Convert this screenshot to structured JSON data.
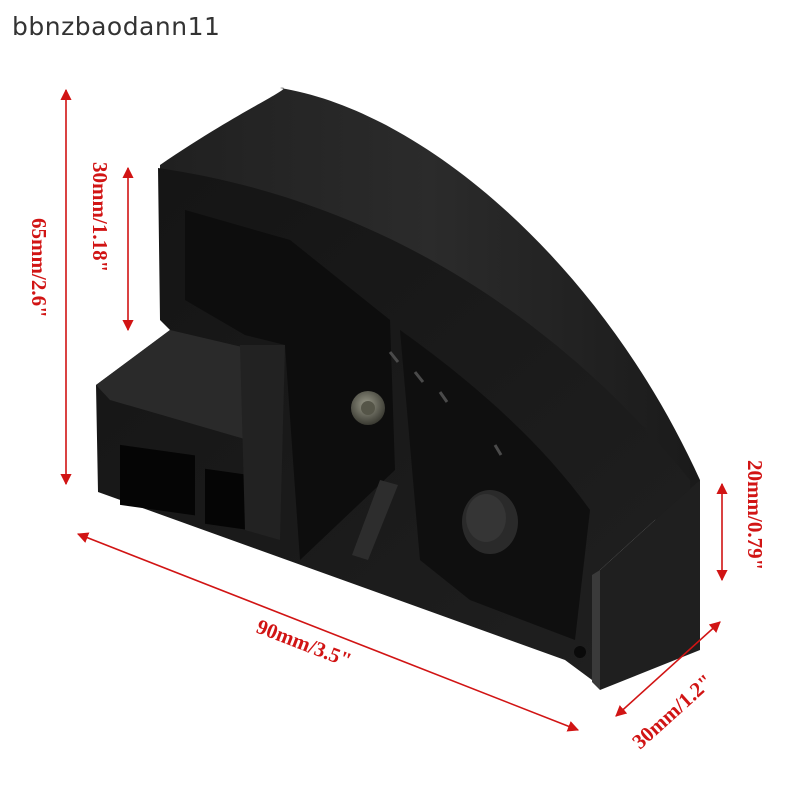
{
  "watermark": "bbnzbaodann11",
  "dimensions": {
    "height_total": "65mm/2.6\"",
    "height_upper": "30mm/1.18\"",
    "length": "90mm/3.5\"",
    "depth": "30mm/1.2\"",
    "thickness": "20mm/0.79\""
  },
  "colors": {
    "background": "#ffffff",
    "dimension_red": "#d11414",
    "product_black": "#1b1b1b",
    "watermark": "#333333"
  }
}
